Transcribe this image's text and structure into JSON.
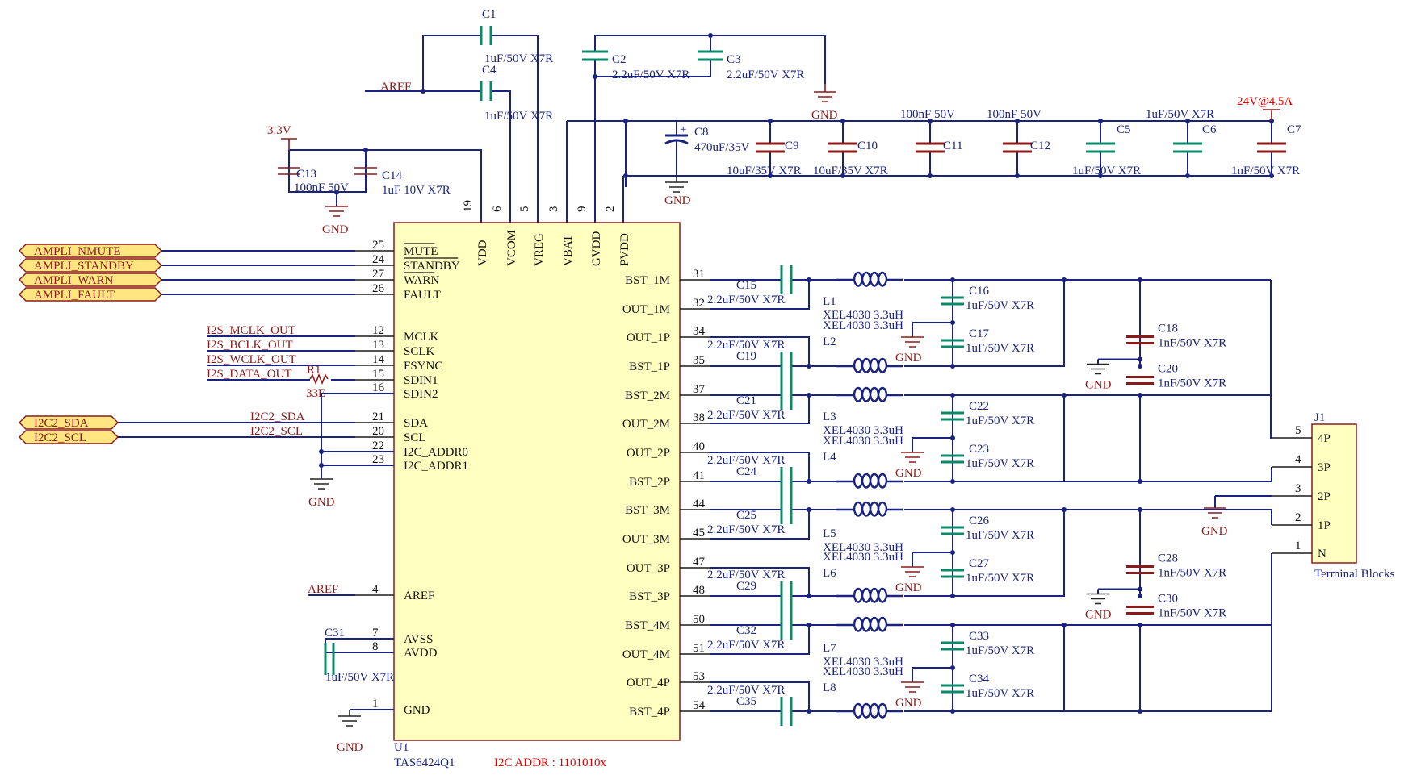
{
  "ic": {
    "ref": "U1",
    "part": "TAS6424Q1",
    "note": "I2C ADDR : 1101010x",
    "color_body": "#ffffc0",
    "top_pins": [
      {
        "num": "19",
        "name": "VDD"
      },
      {
        "num": "6",
        "name": "VCOM"
      },
      {
        "num": "5",
        "name": "VREG"
      },
      {
        "num": "3",
        "name": "VBAT"
      },
      {
        "num": "9",
        "name": "GVDD"
      },
      {
        "num": "2",
        "name": "PVDD"
      }
    ],
    "left_pins": [
      {
        "num": "25",
        "name": "MUTE",
        "overbar": true
      },
      {
        "num": "24",
        "name": "STANDBY",
        "overbar": true
      },
      {
        "num": "27",
        "name": "WARN",
        "overbar": true
      },
      {
        "num": "26",
        "name": "FAULT",
        "overbar": false
      },
      {
        "num": "12",
        "name": "MCLK"
      },
      {
        "num": "13",
        "name": "SCLK"
      },
      {
        "num": "14",
        "name": "FSYNC"
      },
      {
        "num": "15",
        "name": "SDIN1"
      },
      {
        "num": "16",
        "name": "SDIN2"
      },
      {
        "num": "21",
        "name": "SDA"
      },
      {
        "num": "20",
        "name": "SCL"
      },
      {
        "num": "22",
        "name": "I2C_ADDR0"
      },
      {
        "num": "23",
        "name": "I2C_ADDR1"
      },
      {
        "num": "4",
        "name": "AREF"
      },
      {
        "num": "7",
        "name": "AVSS"
      },
      {
        "num": "8",
        "name": "AVDD"
      },
      {
        "num": "1",
        "name": "GND"
      }
    ],
    "right_pins": [
      {
        "num": "31",
        "name": "BST_1M"
      },
      {
        "num": "32",
        "name": "OUT_1M"
      },
      {
        "num": "34",
        "name": "OUT_1P"
      },
      {
        "num": "35",
        "name": "BST_1P"
      },
      {
        "num": "37",
        "name": "BST_2M"
      },
      {
        "num": "38",
        "name": "OUT_2M"
      },
      {
        "num": "40",
        "name": "OUT_2P"
      },
      {
        "num": "41",
        "name": "BST_2P"
      },
      {
        "num": "44",
        "name": "BST_3M"
      },
      {
        "num": "45",
        "name": "OUT_3M"
      },
      {
        "num": "47",
        "name": "OUT_3P"
      },
      {
        "num": "48",
        "name": "BST_3P"
      },
      {
        "num": "50",
        "name": "BST_4M"
      },
      {
        "num": "51",
        "name": "OUT_4M"
      },
      {
        "num": "53",
        "name": "OUT_4P"
      },
      {
        "num": "54",
        "name": "BST_4P"
      }
    ]
  },
  "ports": [
    "AMPLI_NMUTE",
    "AMPLI_STANDBY",
    "AMPLI_WARN",
    "AMPLI_FAULT",
    "I2C2_SDA",
    "I2C2_SCL"
  ],
  "nets": {
    "mclk": "I2S_MCLK_OUT",
    "bclk": "I2S_BCLK_OUT",
    "wclk": "I2S_WCLK_OUT",
    "data": "I2S_DATA_OUT",
    "sda": "I2C2_SDA",
    "scl": "I2C2_SCL",
    "aref_top": "AREF",
    "aref_left": "AREF"
  },
  "power": {
    "v33": "3.3V",
    "v24": "24V@4.5A",
    "gnd": "GND"
  },
  "resistor": {
    "ref": "R1",
    "value": "33E"
  },
  "caps": {
    "C1": {
      "ref": "C1",
      "value": "1uF/50V X7R"
    },
    "C4": {
      "ref": "C4",
      "value": "1uF/50V X7R"
    },
    "C2": {
      "ref": "C2",
      "value": "2.2uF/50V X7R"
    },
    "C3": {
      "ref": "C3",
      "value": "2.2uF/50V X7R"
    },
    "C8": {
      "ref": "C8",
      "value": "470uF/35V"
    },
    "C9": {
      "ref": "C9",
      "value": "10uF/35V X7R"
    },
    "C10": {
      "ref": "C10",
      "value": "10uF/35V X7R"
    },
    "C11": {
      "ref": "C11",
      "value": "100nF 50V"
    },
    "C12": {
      "ref": "C12",
      "value": "100nF 50V"
    },
    "C5": {
      "ref": "C5",
      "value": "1uF/50V X7R"
    },
    "C6": {
      "ref": "C6",
      "value": "1uF/50V X7R"
    },
    "C7": {
      "ref": "C7",
      "value": "1nF/50V X7R"
    },
    "C13": {
      "ref": "C13",
      "value": "100nF 50V"
    },
    "C14": {
      "ref": "C14",
      "value": "1uF 10V X7R"
    },
    "C31": {
      "ref": "C31",
      "value": "1uF/50V X7R"
    }
  },
  "boot_caps": [
    {
      "ref": "C15",
      "value": "2.2uF/50V X7R"
    },
    {
      "ref": "C19",
      "value": "2.2uF/50V X7R"
    },
    {
      "ref": "C21",
      "value": "2.2uF/50V X7R"
    },
    {
      "ref": "C24",
      "value": "2.2uF/50V X7R"
    },
    {
      "ref": "C25",
      "value": "2.2uF/50V X7R"
    },
    {
      "ref": "C29",
      "value": "2.2uF/50V X7R"
    },
    {
      "ref": "C32",
      "value": "2.2uF/50V X7R"
    },
    {
      "ref": "C35",
      "value": "2.2uF/50V X7R"
    }
  ],
  "inductors": [
    {
      "ref": "L1",
      "value": "XEL4030 3.3uH"
    },
    {
      "ref": "L2",
      "value": "XEL4030 3.3uH"
    },
    {
      "ref": "L3",
      "value": "XEL4030 3.3uH"
    },
    {
      "ref": "L4",
      "value": "XEL4030 3.3uH"
    },
    {
      "ref": "L5",
      "value": "XEL4030 3.3uH"
    },
    {
      "ref": "L6",
      "value": "XEL4030 3.3uH"
    },
    {
      "ref": "L7",
      "value": "XEL4030 3.3uH"
    },
    {
      "ref": "L8",
      "value": "XEL4030 3.3uH"
    }
  ],
  "filter_caps": [
    {
      "ref": "C16",
      "value": "1uF/50V X7R"
    },
    {
      "ref": "C17",
      "value": "1uF/50V X7R"
    },
    {
      "ref": "C22",
      "value": "1uF/50V X7R"
    },
    {
      "ref": "C23",
      "value": "1uF/50V X7R"
    },
    {
      "ref": "C26",
      "value": "1uF/50V X7R"
    },
    {
      "ref": "C27",
      "value": "1uF/50V X7R"
    },
    {
      "ref": "C33",
      "value": "1uF/50V X7R"
    },
    {
      "ref": "C34",
      "value": "1uF/50V X7R"
    }
  ],
  "diff_caps": [
    {
      "ref": "C18",
      "value": "1nF/50V X7R"
    },
    {
      "ref": "C20",
      "value": "1nF/50V X7R"
    },
    {
      "ref": "C28",
      "value": "1nF/50V X7R"
    },
    {
      "ref": "C30",
      "value": "1nF/50V X7R"
    }
  ],
  "connector": {
    "ref": "J1",
    "name": "Terminal Blocks",
    "pins": [
      {
        "num": "5",
        "name": "4P"
      },
      {
        "num": "4",
        "name": "3P"
      },
      {
        "num": "3",
        "name": "2P"
      },
      {
        "num": "2",
        "name": "1P"
      },
      {
        "num": "1",
        "name": "N"
      }
    ]
  },
  "colors": {
    "wire": "#1a237e",
    "cap": "#0b8a6a",
    "power": "#8b1a1a",
    "port_fill": "#ffe680",
    "note": "#e00000"
  }
}
